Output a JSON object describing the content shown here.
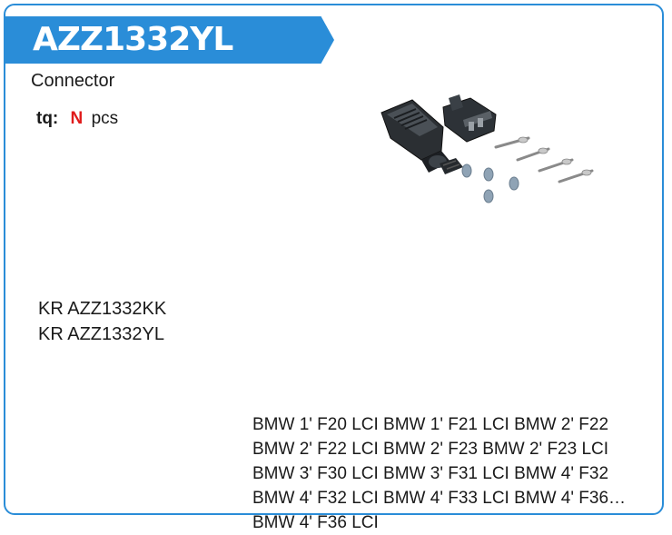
{
  "header": {
    "part_number": "AZZ1332YL"
  },
  "product": {
    "type_label": "Connector",
    "quantity": {
      "label": "tq:",
      "value": "N",
      "unit": "pcs"
    },
    "image_icon": "connector-kit-image"
  },
  "cross_references": [
    "KR AZZ1332KK",
    "KR AZZ1332YL"
  ],
  "compatibility": {
    "text": "BMW 1' F20 LCI BMW 1' F21 LCI BMW 2' F22 BMW 2' F22 LCI BMW 2' F23 BMW 2' F23 LCI BMW 3' F30 LCI BMW 3' F31 LCI BMW 4' F32 BMW 4' F32 LCI BMW 4' F33 LCI BMW 4' F36 BMW 4' F36 LCI"
  },
  "colors": {
    "accent": "#2a8dd8",
    "quantity_highlight": "#e01b1b"
  }
}
